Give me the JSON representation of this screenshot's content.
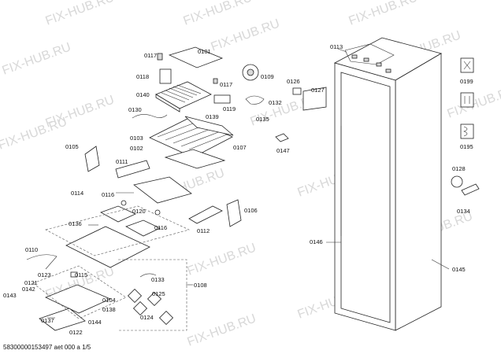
{
  "watermark": "FIX-HUB.RU",
  "footer": "58300000153497 aet 000 a 1/5",
  "labels": {
    "p0101": "0101",
    "p0102": "0102",
    "p0103": "0103",
    "p0104": "0104",
    "p0105": "0105",
    "p0106": "0106",
    "p0107": "0107",
    "p0108": "0108",
    "p0109": "0109",
    "p0110": "0110",
    "p0111": "0111",
    "p0112": "0112",
    "p0113": "0113",
    "p0114": "0114",
    "p0115": "0115",
    "p0116a": "0116",
    "p0116b": "0116",
    "p0117a": "0117",
    "p0117b": "0117",
    "p0118": "0118",
    "p0119": "0119",
    "p0120": "0120",
    "p0121": "0121",
    "p0122": "0122",
    "p0123": "0123",
    "p0124": "0124",
    "p0125": "0125",
    "p0126": "0126",
    "p0127": "0127",
    "p0128": "0128",
    "p0130": "0130",
    "p0132": "0132",
    "p0133": "0133",
    "p0134": "0134",
    "p0135": "0135",
    "p0136": "0136",
    "p0137": "0137",
    "p0138": "0138",
    "p0139": "0139",
    "p0140": "0140",
    "p0142": "0142",
    "p0143": "0143",
    "p0144": "0144",
    "p0145": "0145",
    "p0146": "0146",
    "p0147": "0147",
    "p0195": "0195",
    "p0199": "0199"
  }
}
